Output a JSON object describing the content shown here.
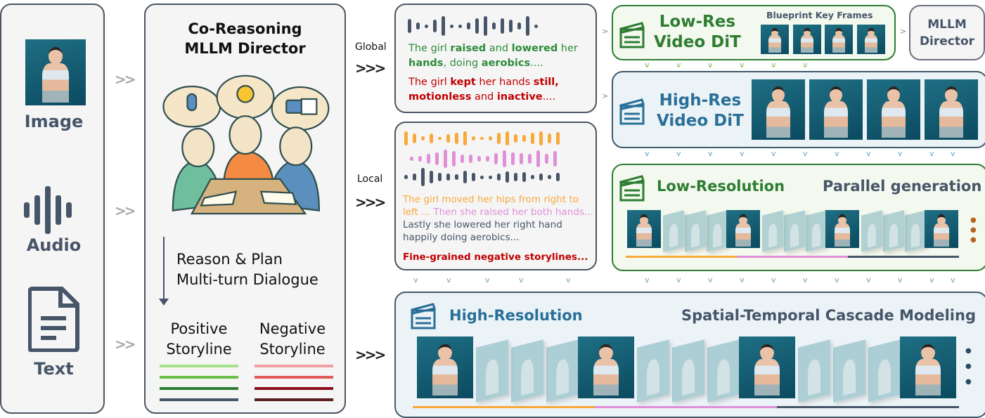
{
  "inputs": {
    "image_label": "Image",
    "audio_label": "Audio",
    "text_label": "Text"
  },
  "director": {
    "title_line1": "Co-Reasoning",
    "title_line2": "MLLM Director",
    "reason_line1": "Reason & Plan",
    "reason_line2": "Multi-turn Dialogue",
    "positive_line1": "Positive",
    "positive_line2": "Storyline",
    "negative_line1": "Negative",
    "negative_line2": "Storyline"
  },
  "global": {
    "label": "Global",
    "pos_parts": [
      [
        "The girl ",
        false
      ],
      [
        "raised",
        true
      ],
      [
        " and ",
        false
      ],
      [
        "lowered",
        true
      ],
      [
        " her ",
        false
      ],
      [
        "hands",
        true
      ],
      [
        ", doing ",
        false
      ],
      [
        "aerobics",
        true
      ],
      [
        "....",
        false
      ]
    ],
    "neg_parts": [
      [
        "The girl ",
        false
      ],
      [
        "kept",
        true
      ],
      [
        " her hands ",
        false
      ],
      [
        "still,",
        true
      ],
      [
        " ",
        false
      ],
      [
        "motionless",
        true
      ],
      [
        " and ",
        false
      ],
      [
        "inactive",
        true
      ],
      [
        "....",
        false
      ]
    ],
    "pos_color": "#2e8b3a",
    "neg_color": "#c00000"
  },
  "local": {
    "label": "Local",
    "seg1": "The girl moved her hips from right to left ... ",
    "seg2": "Then she raised her both hands... ",
    "seg3": "Lastly she lowered her right hand happily doing aerobics...",
    "negative": "Fine-grained negative storylines...",
    "colors": [
      "#f9a83a",
      "#e08fd8",
      "#475569"
    ]
  },
  "lowres_dit": {
    "line1": "Low-Res",
    "line2": "Video DiT",
    "keyframes_label": "Blueprint Key Frames",
    "color": "#2e7d32"
  },
  "mllm_director": {
    "line1": "MLLM",
    "line2": "Director"
  },
  "highres_dit": {
    "line1": "High-Res",
    "line2": "Video DiT",
    "color": "#2a6f97"
  },
  "low_resolution": {
    "title": "Low-Resolution",
    "subtitle": "Parallel generation"
  },
  "high_resolution": {
    "title": "High-Resolution",
    "subtitle": "Spatial-Temporal Cascade Modeling"
  },
  "arrows": {
    "double": ">>",
    "triple": ">>>",
    "single": ">",
    "down": "v"
  }
}
